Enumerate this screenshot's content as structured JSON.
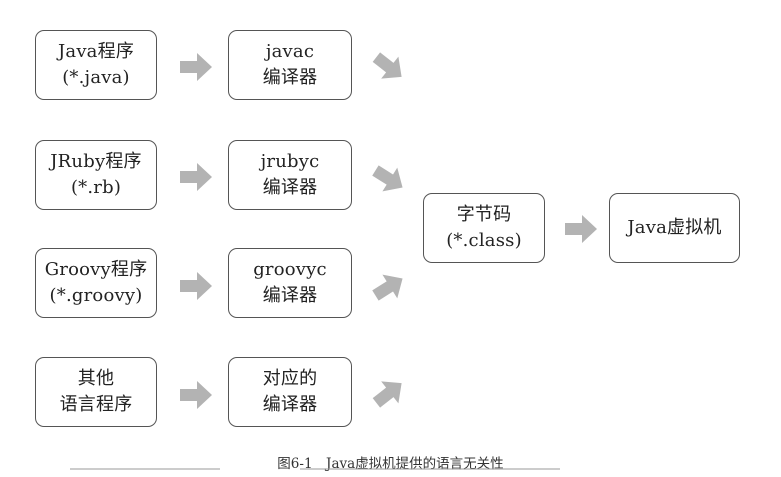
{
  "source_boxes": [
    {
      "line1": "Java程序",
      "line2": "(*.java)"
    },
    {
      "line1": "JRuby程序",
      "line2": "(*.rb)"
    },
    {
      "line1": "Groovy程序",
      "line2": "(*.groovy)"
    },
    {
      "line1": "其他",
      "line2": "语言程序"
    }
  ],
  "compiler_boxes": [
    {
      "line1": "javac",
      "line2": "编译器"
    },
    {
      "line1": "jrubyc",
      "line2": "编译器"
    },
    {
      "line1": "groovyc",
      "line2": "编译器"
    },
    {
      "line1": "对应的",
      "line2": "编译器"
    }
  ],
  "bytecode_box": {
    "line1": "字节码",
    "line2": "(*.class)"
  },
  "jvm_box": {
    "label": "Java虚拟机"
  },
  "caption": "图6-1　Java虚拟机提供的语言无关性",
  "colors": {
    "border": "#555555",
    "arrow": "#b3b3b3",
    "text": "#222222"
  }
}
